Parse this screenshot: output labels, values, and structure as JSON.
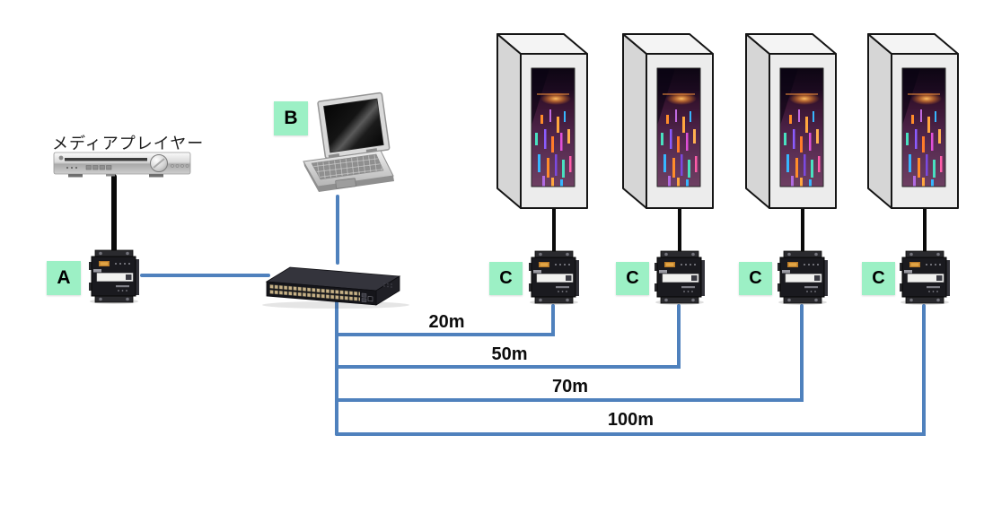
{
  "diagram": {
    "title": "メディアプレイヤー",
    "labels": {
      "encoder": "A",
      "controller": "B"
    },
    "displays": [
      {
        "label": "C",
        "distance": "20m"
      },
      {
        "label": "C",
        "distance": "50m"
      },
      {
        "label": "C",
        "distance": "70m"
      },
      {
        "label": "C",
        "distance": "100m"
      }
    ],
    "colors": {
      "network_cable": "#4f81bd",
      "av_cable": "#0a0a0a",
      "label_background": "#9cf0c5",
      "label_text": "#000000",
      "kiosk_body": "#ececec",
      "device_body": "#1a1a1f"
    }
  }
}
